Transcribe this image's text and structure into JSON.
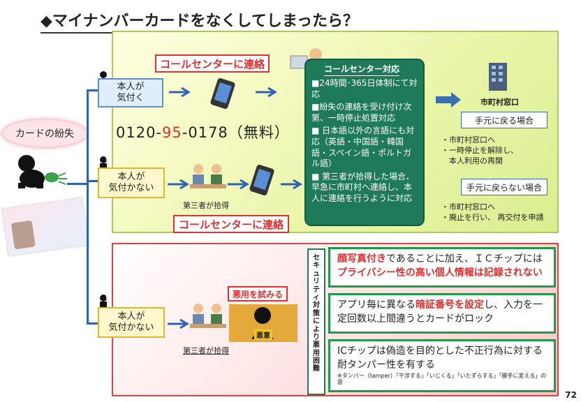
{
  "title": "◆マイナンバーカードをなくしてしまったら？",
  "lost_card": "カードの紛失",
  "callcenter_label": "コールセンターに連絡",
  "branch1": {
    "line1": "本人が",
    "line2": "気付く"
  },
  "branch2": {
    "line1": "本人が",
    "line2": "気付かない"
  },
  "branch3": {
    "line1": "本人が",
    "line2": "気付かない"
  },
  "phone": {
    "prefix": "0120-",
    "mid": "95",
    "suffix": "-0178（無料）"
  },
  "finder": "第三者が拾得",
  "finder2": "第三者が拾得",
  "misuse": "悪用を試みる",
  "malice": "悪意",
  "callcenter_panel": {
    "header": "コールセンター対応",
    "items": [
      "■24時間･365日体制にて対応",
      "■紛失の連絡を受け付け次第、一時停止処置対応",
      "■ 日本語以外の言語にも対応（英語・中国語・韓国語・スペイン語・ポルトガル語）",
      "■ 第三者が拾得した場合、早急に市町村へ連絡し、本人に連絡を行うように対応"
    ]
  },
  "municipal": "市町村窓口",
  "returned": {
    "label": "手元に戻る場合",
    "notes": [
      "・市町村窓口へ",
      "・一時停止を解除し、",
      "　本人利用の再開"
    ]
  },
  "not_returned": {
    "label": "手元に戻らない場合",
    "notes": [
      "・市町村窓口へ",
      "・廃止を行い、 再交付を申請"
    ]
  },
  "security_vertical": "セキュリティ対策により悪用困難",
  "security": {
    "s1_a": "顔写真付き",
    "s1_b": "であることに加え、ＩＣチップには",
    "s1_c": "プライバシー性の高い個人情報は記録されない",
    "s2_a": "アプリ毎に異なる",
    "s2_b": "暗証番号を設定",
    "s2_c": "し、入力を一定回数以上間違うとカードがロック",
    "s3": "ICチップは偽造を目的とした不正行為に対する耐タンパー性を有する",
    "s3_note": "※タンパー（tamper）「干渉する」「いじくる」「いたずらする」「勝手に変える」の意"
  },
  "page_number": "72"
}
